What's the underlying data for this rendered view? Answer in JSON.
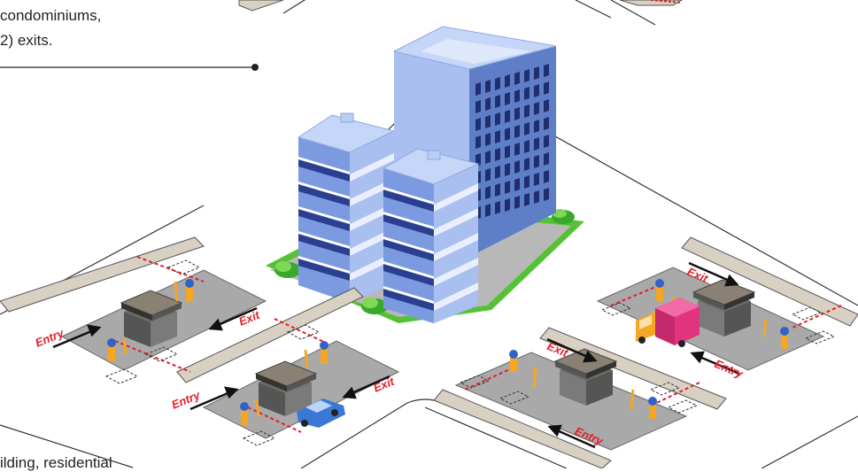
{
  "captions": {
    "top_line_1": "condominiums,",
    "top_line_2": "2) exits.",
    "bottom": "ilding, residential"
  },
  "labels": {
    "entry": "Entry",
    "exit": "Exit"
  },
  "colors": {
    "building_front": "#6f8fd6",
    "building_side": "#8aa6e6",
    "building_roof": "#b9cdf5",
    "window": "#1f2f6e",
    "grass": "#55c236",
    "road": "#a9a9a9",
    "sidewalk": "#d8d0c2",
    "barrier_orange": "#f5a623",
    "booth_roof": "#6f6a60",
    "truck": "#e0357e",
    "car": "#3b78d6",
    "label_red": "#e0202a"
  }
}
